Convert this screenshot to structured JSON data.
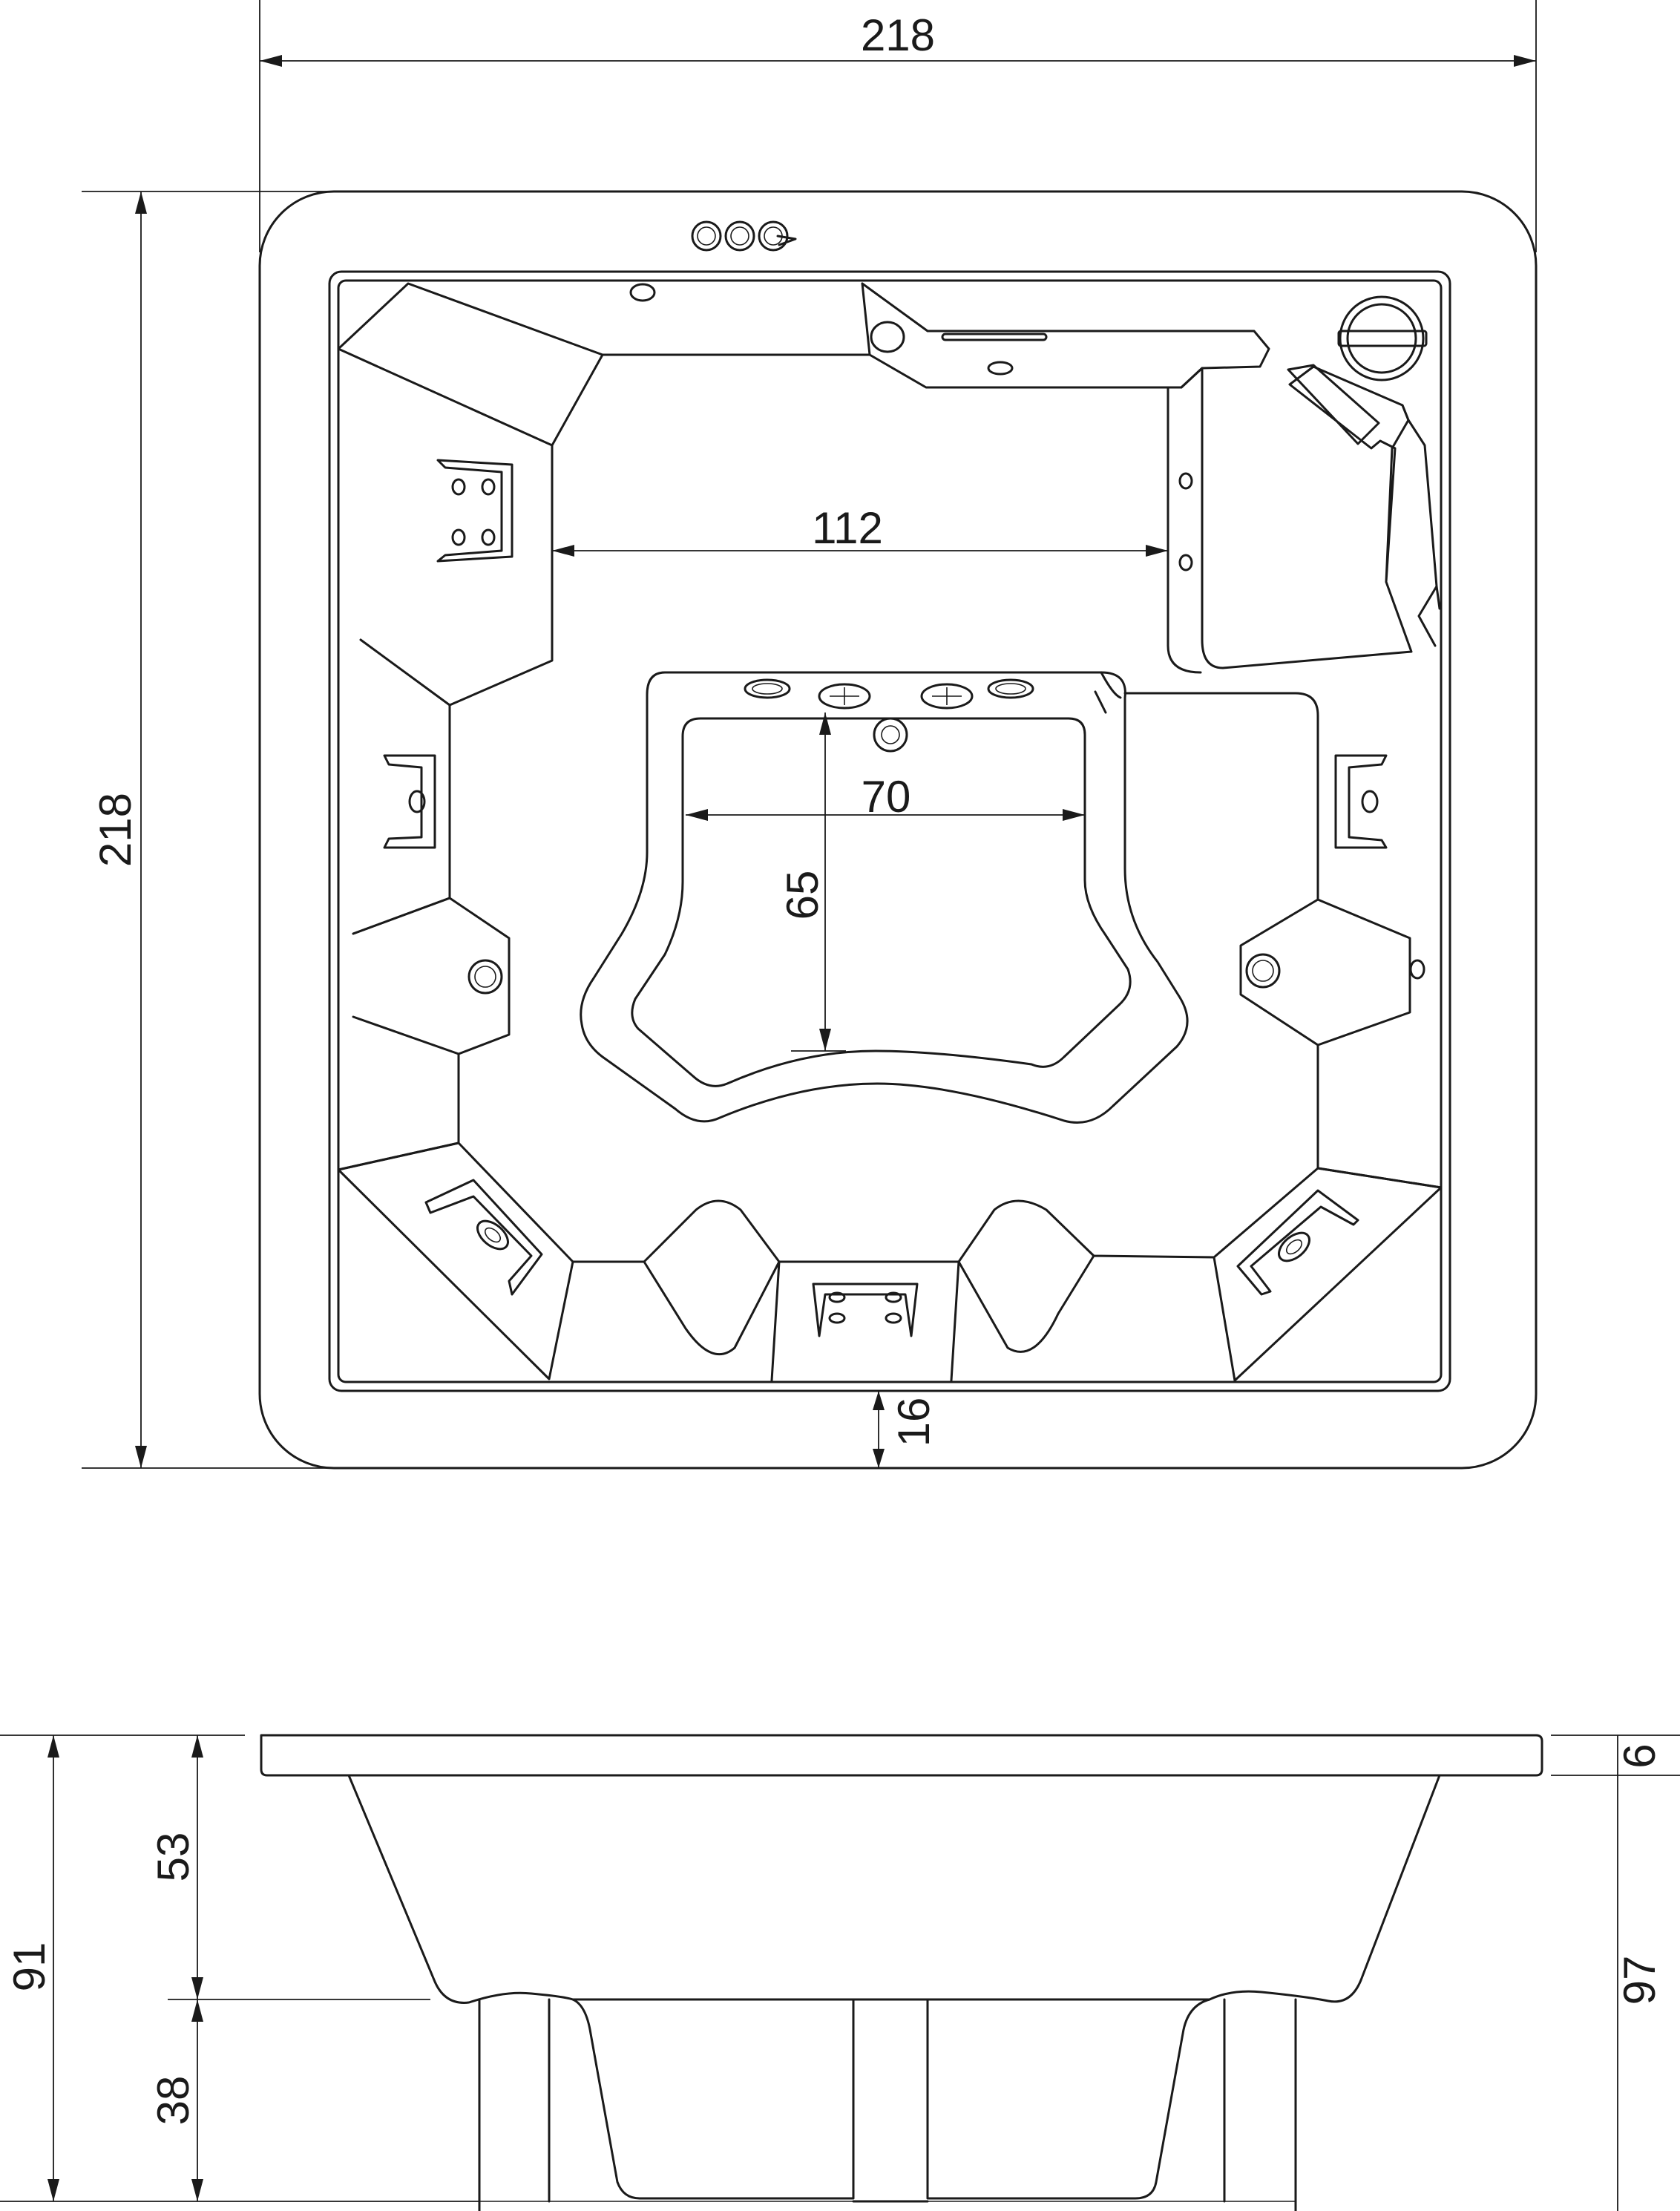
{
  "dimensions": {
    "top_width": "218",
    "top_height": "218",
    "inner_width": "112",
    "footwell_width": "70",
    "footwell_depth": "65",
    "rim_margin": "16",
    "rim_thickness": "6",
    "overall_depth": "97",
    "depth_total": "91",
    "depth_upper": "53",
    "depth_lower": "38"
  },
  "colors": {
    "line": "#1a1a1a",
    "background": "#ffffff"
  },
  "icons": [
    "jet-icon",
    "control-knob-icon",
    "filter-skimmer-icon",
    "waterfall-icon",
    "light-icon"
  ]
}
